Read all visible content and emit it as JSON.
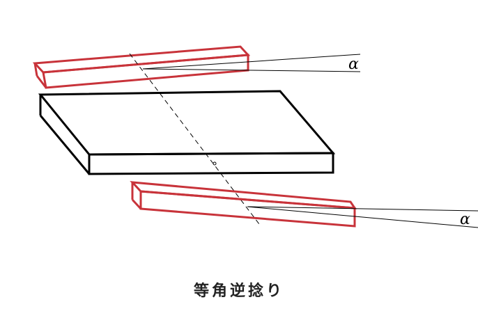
{
  "caption": "等角逆捻り",
  "angle_labels": [
    "α",
    "α"
  ],
  "colors": {
    "bar": "#c8333a",
    "board": "#000000"
  }
}
